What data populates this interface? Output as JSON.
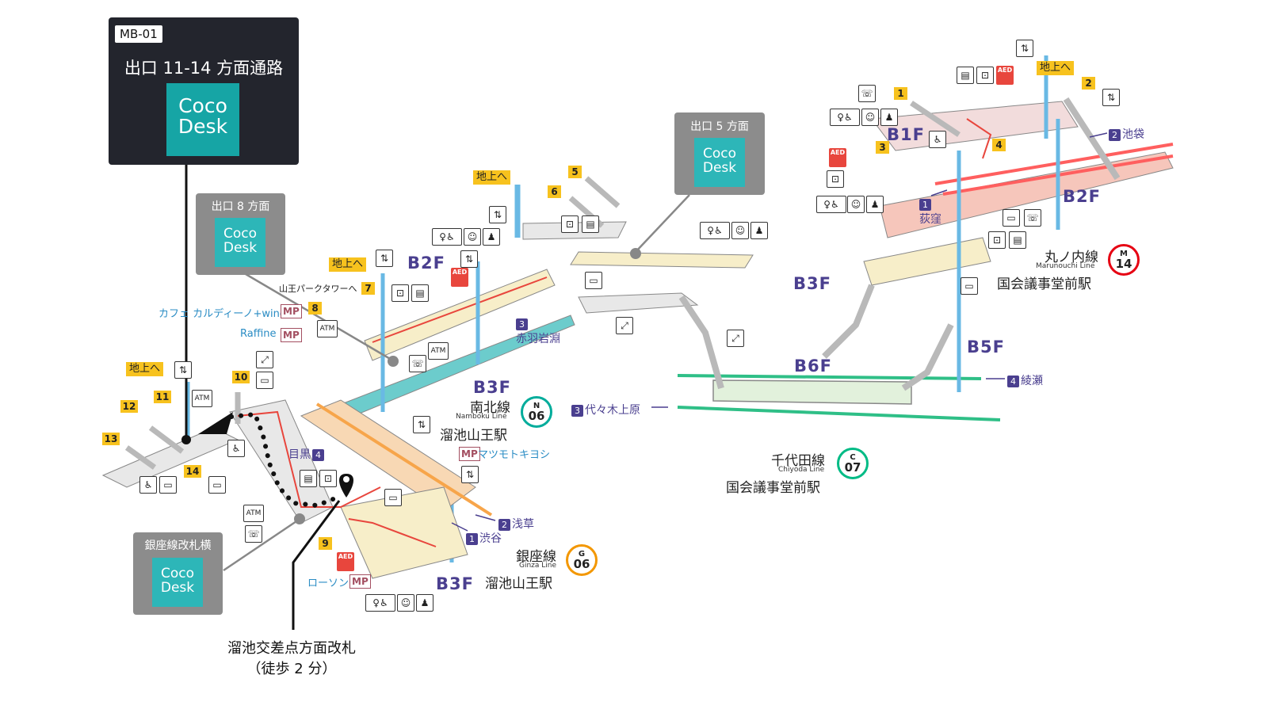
{
  "callouts": {
    "main": {
      "tag": "MB-01",
      "title": "出口 11-14 方面通路",
      "coco_line1": "Coco",
      "coco_line2": "Desk"
    },
    "exit8": {
      "title": "出口 8 方面",
      "coco_line1": "Coco",
      "coco_line2": "Desk"
    },
    "exit5": {
      "title": "出口 5 方面",
      "coco_line1": "Coco",
      "coco_line2": "Desk"
    },
    "ginza": {
      "title": "銀座線改札横",
      "coco_line1": "Coco",
      "coco_line2": "Desk"
    }
  },
  "gate_label": {
    "line1": "溜池交差点方面改札",
    "line2": "（徒歩 2 分）"
  },
  "exits": [
    "1",
    "2",
    "3",
    "4",
    "5",
    "6",
    "7",
    "8",
    "9",
    "10",
    "11",
    "12",
    "13",
    "14"
  ],
  "to_ground": "地上へ",
  "floors": {
    "b1f": "B1F",
    "b2f": "B2F",
    "b3f": "B3F",
    "b5f": "B5F",
    "b6f": "B6F"
  },
  "shops": {
    "sanno_park_tower": "山王パークタワーへ",
    "cafe": "カフェ カルディーノ+wine",
    "raffine": "Raffine",
    "matsumoto": "マツモトキヨシ",
    "lawson": "ローソン",
    "mp": "MP",
    "atm": "ATM",
    "aed": "AED"
  },
  "directions": {
    "akabane": {
      "num": "3",
      "text": "赤羽岩淵"
    },
    "meguro": {
      "num": "4",
      "text": "目黒"
    },
    "asakusa": {
      "num": "2",
      "text": "浅草"
    },
    "shibuya": {
      "num": "1",
      "text": "渋谷"
    },
    "yoyogi": {
      "num": "3",
      "text": "代々木上原"
    },
    "ayase": {
      "num": "4",
      "text": "綾瀬"
    },
    "ikebukuro": {
      "num": "2",
      "text": "池袋"
    },
    "ogikubo": {
      "num": "1",
      "text": "荻窪"
    }
  },
  "lines": {
    "namboku": {
      "jp": "南北線",
      "en": "Namboku Line",
      "station": "溜池山王駅",
      "letter": "N",
      "code": "06",
      "color": "#00ac9b"
    },
    "ginza": {
      "jp": "銀座線",
      "en": "Ginza Line",
      "station": "溜池山王駅",
      "letter": "G",
      "code": "06",
      "color": "#f39700"
    },
    "chiyoda": {
      "jp": "千代田線",
      "en": "Chiyoda Line",
      "station": "国会議事堂前駅",
      "letter": "C",
      "code": "07",
      "color": "#00bb85"
    },
    "marunouchi": {
      "jp": "丸ノ内線",
      "en": "Marunouchi Line",
      "station": "国会議事堂前駅",
      "letter": "M",
      "code": "14",
      "color": "#e60012"
    }
  },
  "icons": [
    "phone-icon",
    "toilet-icon",
    "wheelchair-icon",
    "baby-room-icon",
    "nursing-room-icon",
    "elevator-icon",
    "ticket-machine-icon",
    "fare-adjust-icon",
    "locker-icon",
    "escalator-icon",
    "accessible-toilet-icon",
    "atm-icon",
    "aed-icon"
  ]
}
